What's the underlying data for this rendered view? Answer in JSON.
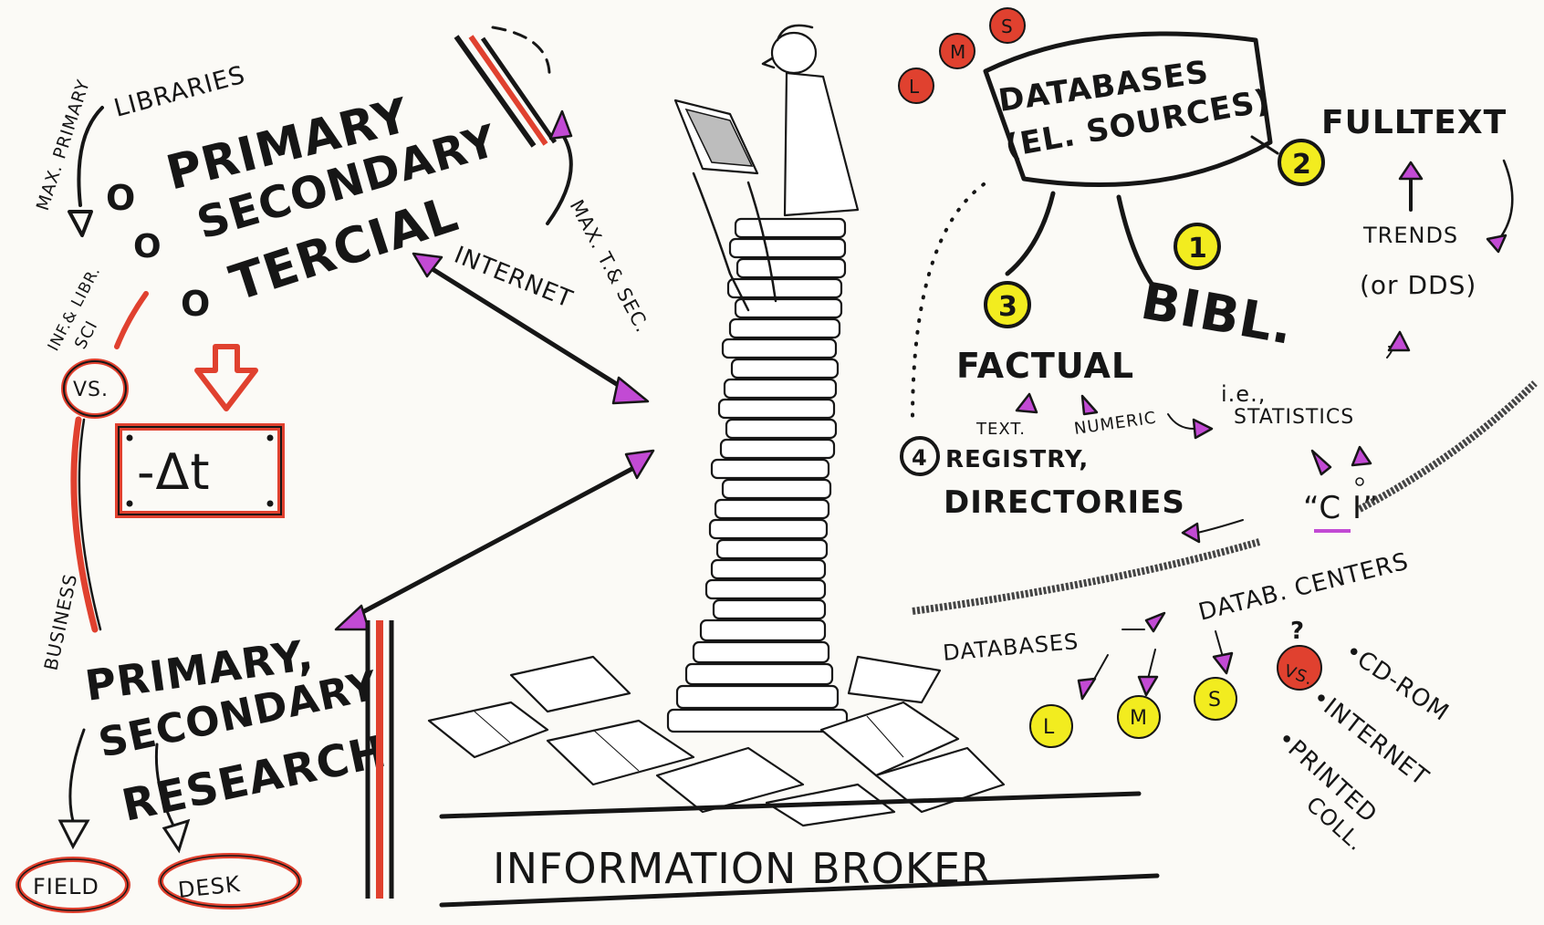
{
  "colors": {
    "ink": "#161616",
    "red": "#e0412f",
    "yellow": "#f2ec1f",
    "pink": "#c24ad4",
    "paper": "#fbfaf6"
  },
  "left": {
    "libraries": "LIBRARIES",
    "max_primary": "MAX. PRIMARY",
    "primary": "PRIMARY",
    "secondary": "SECONDARY",
    "tercial": "TERCIAL",
    "bullet": "O",
    "info_libr_sci": [
      "INF.& LIBR.",
      "SCI"
    ],
    "vs": "VS.",
    "delta_t": "-Δt",
    "business": "BUSINESS",
    "max_t_sec": "MAX. T.& SEC.",
    "internet": "INTERNET",
    "research": [
      "PRIMARY,",
      "SECONDARY",
      "RESEARCH"
    ],
    "field": "FIELD",
    "desk": "DESK"
  },
  "right": {
    "lms_top": [
      "L",
      "M",
      "S"
    ],
    "databases": [
      "DATABASES",
      "(EL. SOURCES)"
    ],
    "fulltext": "FULLTEXT",
    "num_fulltext": "2",
    "num_bibl": "1",
    "num_factual": "3",
    "num_registry": "4",
    "bibl": "BIBL.",
    "factual": "FACTUAL",
    "trends": "TRENDS",
    "dds": "(or DDS)",
    "text": "TEXT.",
    "numeric": "NUMERIC",
    "ie": "i.e.,",
    "statistics": "STATISTICS",
    "registry": [
      "REGISTRY,",
      "DIRECTORIES"
    ],
    "ci": "“C I”",
    "databases_small": "DATABASES",
    "datab_centers": "DATAB. CENTERS",
    "lms_bottom": [
      "L",
      "M",
      "S"
    ],
    "question": "?",
    "vs": "VS.",
    "media": [
      "•CD-ROM",
      "•INTERNET",
      "•PRINTED",
      "COLL."
    ]
  },
  "title": "INFORMATION BROKER"
}
